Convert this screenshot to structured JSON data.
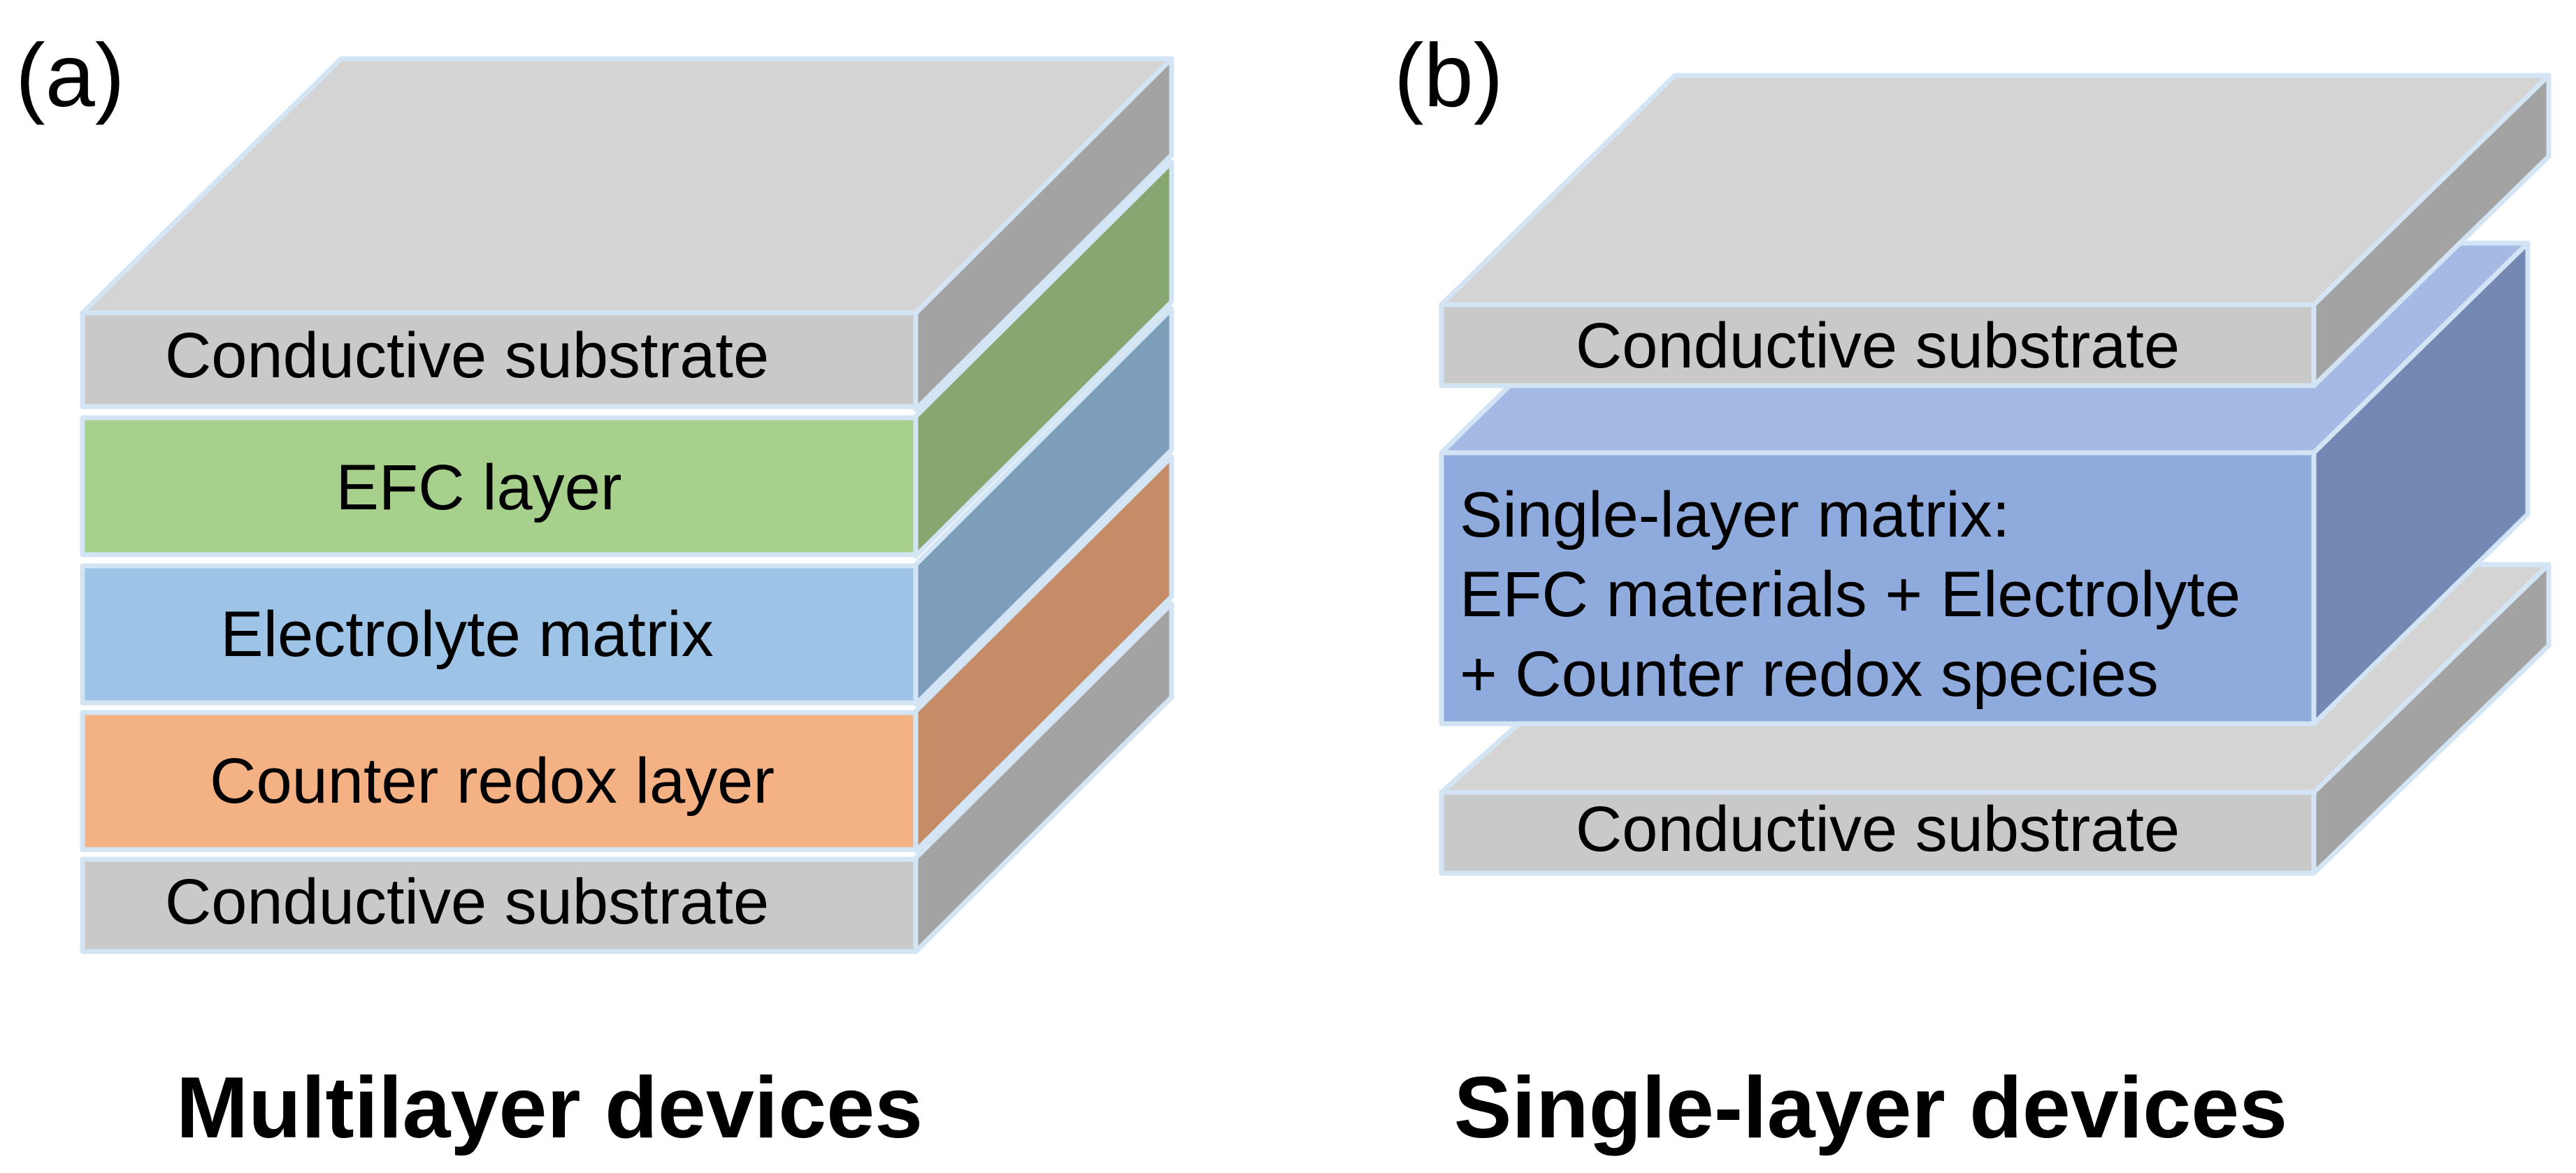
{
  "colors": {
    "substrate_front": "#c9c9c9",
    "substrate_top": "#d4d4d4",
    "substrate_side": "#a3a3a3",
    "efc_front": "#a8d08d",
    "efc_side": "#86a870",
    "electrolyte_front": "#9dc3e6",
    "electrolyte_side": "#7e9dbb",
    "counter_front": "#f4b183",
    "counter_side": "#c48d68",
    "matrix_front": "#8faadc",
    "matrix_top": "#a4b9e4",
    "matrix_side": "#7388b3",
    "outline": "#d3e5f4"
  },
  "panel_a": {
    "letter": "(a)",
    "caption": "Multilayer devices",
    "layers": [
      {
        "id": "top-substrate",
        "label": "Conductive substrate"
      },
      {
        "id": "efc",
        "label": "EFC layer"
      },
      {
        "id": "electrolyte",
        "label": "Electrolyte matrix"
      },
      {
        "id": "counter",
        "label": "Counter redox layer"
      },
      {
        "id": "bottom-substrate",
        "label": "Conductive substrate"
      }
    ]
  },
  "panel_b": {
    "letter": "(b)",
    "caption": "Single-layer devices",
    "top_substrate_label": "Conductive substrate",
    "matrix_lines": [
      "Single-layer matrix:",
      "EFC materials + Electrolyte",
      "+ Counter redox species"
    ],
    "bottom_substrate_label": "Conductive substrate"
  }
}
